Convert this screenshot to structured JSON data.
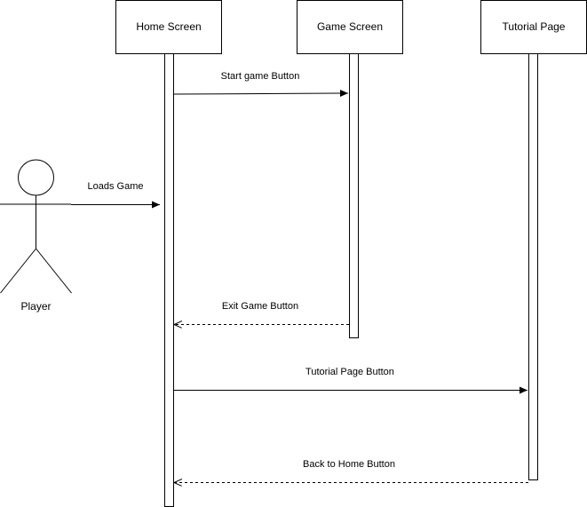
{
  "participants": [
    {
      "id": "home",
      "label": "Home Screen"
    },
    {
      "id": "game",
      "label": "Game Screen"
    },
    {
      "id": "tutorial",
      "label": "Tutorial Page"
    }
  ],
  "actor": {
    "label": "Player"
  },
  "messages": [
    {
      "id": "start-game",
      "label": "Start game Button",
      "style": "solid"
    },
    {
      "id": "loads-game",
      "label": "Loads Game",
      "style": "solid"
    },
    {
      "id": "exit-game",
      "label": "Exit Game Button",
      "style": "dashed"
    },
    {
      "id": "tutorial-page",
      "label": "Tutorial Page Button",
      "style": "solid"
    },
    {
      "id": "back-home",
      "label": "Back to Home Button",
      "style": "dashed"
    }
  ],
  "colors": {
    "stroke": "#000000",
    "fill": "#ffffff"
  }
}
